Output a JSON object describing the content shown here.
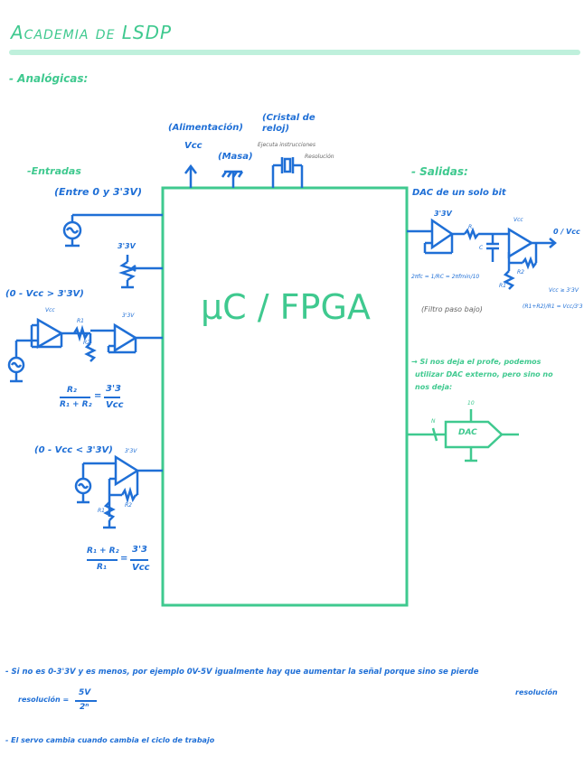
{
  "header": {
    "title": "Academia de LSDP",
    "section": "- Analógicas:"
  },
  "inputs": {
    "heading": "-Entradas",
    "range_note": "(Entre 0 y 3'3V)",
    "supply_3v3": "3'3V",
    "case_high": "(0 - Vcc > 3'3V)",
    "case_low": "(0 - Vcc < 3'3V)",
    "formula_high": {
      "num": "R₂",
      "den": "R₁ + R₂",
      "eq": "=",
      "rnum": "3'3",
      "rden": "Vcc"
    },
    "formula_low": {
      "num": "R₁ + R₂",
      "den": "R₁",
      "eq": "=",
      "rnum": "3'3",
      "rden": "Vcc"
    },
    "labels": {
      "vcc": "Vcc",
      "r1": "R1",
      "r2": "R2",
      "v3": "3'3V"
    }
  },
  "top": {
    "power_label": "(Alimentación)",
    "power_vcc": "Vcc",
    "ground_label": "(Masa)",
    "crystal_label": "(Cristal de reloj)",
    "crystal_note1": "Ejecuta instrucciones",
    "crystal_note2": "Resolución"
  },
  "center": {
    "label": "μC / FPGA"
  },
  "outputs": {
    "heading": "- Salidas:",
    "dac_title": "DAC de un solo bit",
    "supply": "3'3V",
    "vcc": "Vcc",
    "out_label": "0 / Vcc",
    "formula": "2πfc = 1/RC = 2πfmin/10",
    "gain": "Vcc ≥ 3'3V",
    "ratio": "(R1+R2)/R1 = Vcc/3'3",
    "filter_note": "(Filtro paso bajo)",
    "labels": {
      "r": "R",
      "c": "C",
      "r1": "R1",
      "r2": "R2"
    },
    "external_note_1": "→ Si nos deja el profe, podemos",
    "external_note_2": "utilizar DAC externo, pero sino no",
    "external_note_3": "nos deja:",
    "dac_box": "DAC",
    "bus_n": "N",
    "bus_10": "10"
  },
  "notes": {
    "line1": "- Si no es 0-3'3V y es menos, por ejemplo 0V-5V igualmente hay que aumentar la señal porque sino se pierde",
    "line1_cont": "resolución",
    "line2_prefix": "resolución =",
    "line2_num": "5V",
    "line2_den": "2ⁿ",
    "line3": "- El servo cambia cuando cambia el ciclo de trabajo"
  }
}
